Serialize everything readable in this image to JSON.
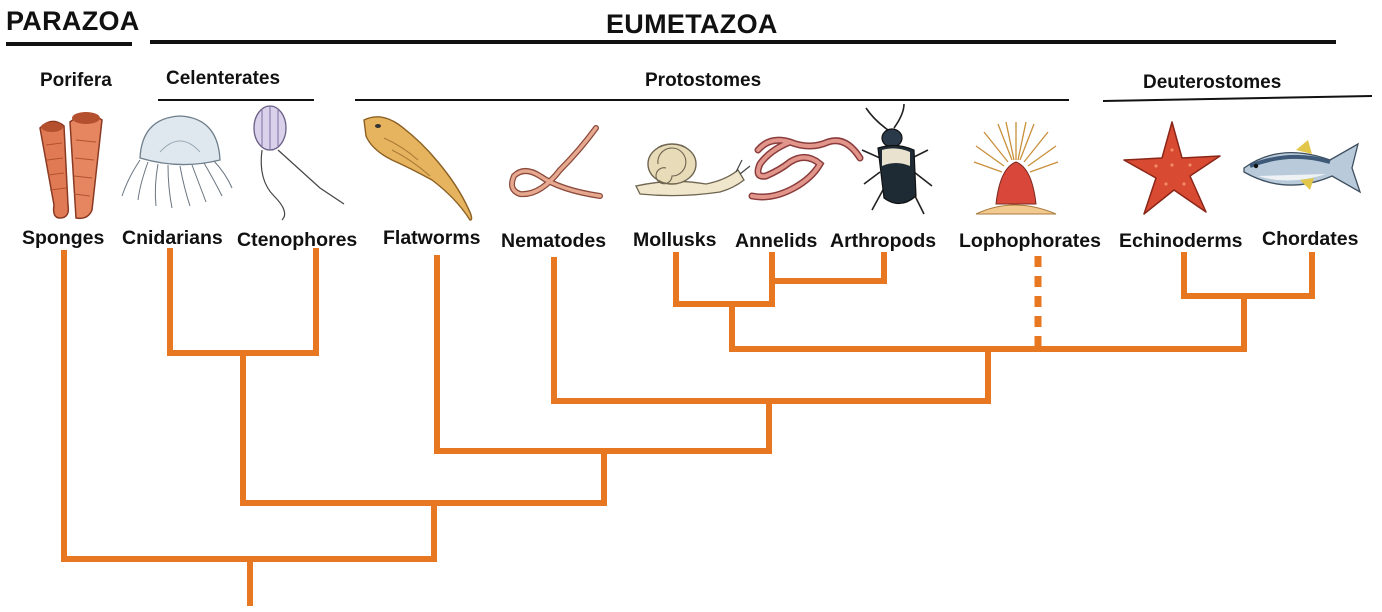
{
  "header": {
    "parazoa": "PARAZOA",
    "eumetazoa": "EUMETAZOA"
  },
  "groups": {
    "porifera": "Porifera",
    "celenterates": "Celenterates",
    "protostomes": "Protostomes",
    "deuterostomes": "Deuterostomes"
  },
  "taxa": [
    {
      "id": "sponges",
      "label": "Sponges",
      "icon": "sponge-icon"
    },
    {
      "id": "cnidarians",
      "label": "Cnidarians",
      "icon": "jellyfish-icon"
    },
    {
      "id": "ctenophores",
      "label": "Ctenophores",
      "icon": "comb-jelly-icon"
    },
    {
      "id": "flatworms",
      "label": "Flatworms",
      "icon": "flatworm-icon"
    },
    {
      "id": "nematodes",
      "label": "Nematodes",
      "icon": "roundworm-icon"
    },
    {
      "id": "mollusks",
      "label": "Mollusks",
      "icon": "snail-icon"
    },
    {
      "id": "annelids",
      "label": "Annelids",
      "icon": "earthworm-icon"
    },
    {
      "id": "arthropods",
      "label": "Arthropods",
      "icon": "beetle-icon"
    },
    {
      "id": "lophophorates",
      "label": "Lophophorates",
      "icon": "lophophore-icon"
    },
    {
      "id": "echinoderms",
      "label": "Echinoderms",
      "icon": "starfish-icon"
    },
    {
      "id": "chordates",
      "label": "Chordates",
      "icon": "fish-icon"
    }
  ],
  "colors": {
    "branch": "#e87722",
    "text": "#111111"
  }
}
